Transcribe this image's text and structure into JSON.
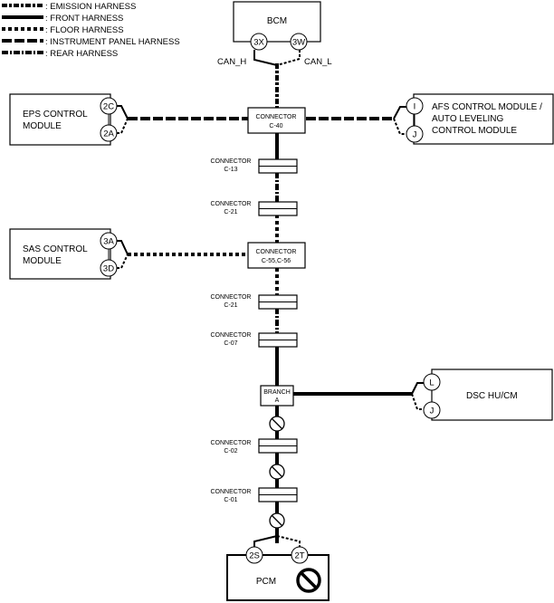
{
  "legend": [
    {
      "style": "emission",
      "label": ": EMISSION HARNESS"
    },
    {
      "style": "front",
      "label": ": FRONT HARNESS"
    },
    {
      "style": "floor",
      "label": ": FLOOR HARNESS"
    },
    {
      "style": "instrument-panel",
      "label": ": INSTRUMENT PANEL HARNESS"
    },
    {
      "style": "rear",
      "label": ": REAR HARNESS"
    }
  ],
  "bcm": {
    "name": "BCM",
    "pin_high": "3X",
    "pin_low": "3W",
    "can_h": "CAN_H",
    "can_l": "CAN_L"
  },
  "eps": {
    "name_line1": "EPS CONTROL",
    "name_line2": "MODULE",
    "pin_high": "2C",
    "pin_low": "2A"
  },
  "afs": {
    "name_line1": "AFS CONTROL MODULE /",
    "name_line2": "AUTO LEVELING",
    "name_line3": "CONTROL MODULE",
    "pin_high": "I",
    "pin_low": "J"
  },
  "sas": {
    "name_line1": "SAS CONTROL",
    "name_line2": "MODULE",
    "pin_high": "3A",
    "pin_low": "3D"
  },
  "dsc": {
    "name": "DSC HU/CM",
    "pin_high": "L",
    "pin_low": "J"
  },
  "pcm": {
    "name": "PCM",
    "pin_high": "2S",
    "pin_low": "2T",
    "status_icon": "prohibited-icon"
  },
  "connectors": {
    "c40": {
      "label": "CONNECTOR",
      "id": "C-40"
    },
    "c13": {
      "label": "CONNECTOR",
      "id": "C-13"
    },
    "c21a": {
      "label": "CONNECTOR",
      "id": "C-21"
    },
    "c55": {
      "label": "CONNECTOR",
      "id": "C-55,C-56"
    },
    "c21b": {
      "label": "CONNECTOR",
      "id": "C-21"
    },
    "c07": {
      "label": "CONNECTOR",
      "id": "C-07"
    },
    "branch": {
      "label": "BRANCH",
      "id": "A"
    },
    "c02": {
      "label": "CONNECTOR",
      "id": "C-02"
    },
    "c01": {
      "label": "CONNECTOR",
      "id": "C-01"
    }
  }
}
